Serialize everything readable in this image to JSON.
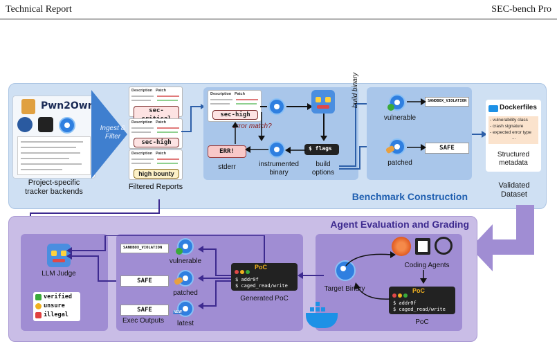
{
  "header": {
    "left": "Technical Report",
    "right": "SEC-bench Pro"
  },
  "top": {
    "logo_text": "Pwn2Own",
    "backends_label": "Project-specific\ntracker backends",
    "ingest_label": "Ingest &\nFilter",
    "card_title": "Description",
    "card_patch": "Patch",
    "tags": [
      "sec-critical",
      "sec-high",
      "high bounty"
    ],
    "filtered_label": "Filtered Reports",
    "sec_high": "sec-high",
    "error_match": "error match?",
    "err_tag": "ERR!",
    "stderr_label": "stderr",
    "instrumented_label": "instrumented\nbinary",
    "flags_cmd": "$ flags",
    "build_options_label": "build\noptions",
    "build_binary_label": "build binary",
    "vulnerable_label": "vulnerable",
    "patched_label": "patched",
    "sandbox_violation": "SANDBOX_VIOLATION",
    "safe": "SAFE",
    "dockerfiles": "Dockerfiles",
    "metadata_items": [
      "- vulnerability class",
      "- crash signature",
      "- expected error type",
      "..."
    ],
    "structured_label": "Structured\nmetadata",
    "section_title": "Benchmark Construction",
    "validated_label": "Validated\nDataset"
  },
  "bottom": {
    "section_title": "Agent Evaluation and Grading",
    "llm_judge_label": "LLM Judge",
    "verdicts": [
      "verified",
      "unsure",
      "illegal"
    ],
    "sandbox_violation": "SANDBOX_VIOLATION",
    "safe": "SAFE",
    "vulnerable_label": "vulnerable",
    "patched_label": "patched",
    "latest_label": "latest",
    "new_badge": "NEW",
    "exec_outputs_label": "Exec Outputs",
    "poc_title": "PoC",
    "poc_code": [
      "$ addr0f",
      "$ caged_read/write"
    ],
    "generated_poc_label": "Generated PoC",
    "target_binary_label": "Target Binary",
    "coding_agents_label": "Coding Agents",
    "poc_label": "PoC"
  }
}
